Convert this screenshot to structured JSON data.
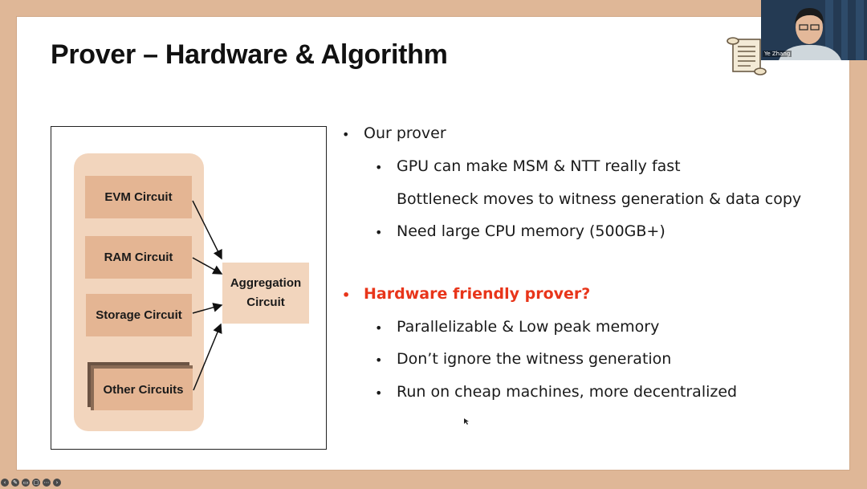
{
  "slide": {
    "title": "Prover – Hardware & Algorithm"
  },
  "diagram": {
    "circuits": [
      "EVM Circuit",
      "RAM Circuit",
      "Storage Circuit",
      "Other Circuits"
    ],
    "aggregation_line1": "Aggregation",
    "aggregation_line2": "Circuit"
  },
  "bullets": [
    {
      "level": 1,
      "text": "Our prover",
      "highlight": false,
      "has_bullet": true
    },
    {
      "level": 2,
      "text": "GPU can make MSM & NTT really fast",
      "highlight": false,
      "has_bullet": true
    },
    {
      "level": 2,
      "text": "Bottleneck moves to witness generation & data copy",
      "highlight": false,
      "has_bullet": false
    },
    {
      "level": 2,
      "text": "Need large CPU memory (500GB+)",
      "highlight": false,
      "has_bullet": true
    },
    {
      "level": 1,
      "text": "Hardware friendly prover?",
      "highlight": true,
      "has_bullet": true
    },
    {
      "level": 2,
      "text": "Parallelizable & Low peak memory",
      "highlight": false,
      "has_bullet": true
    },
    {
      "level": 2,
      "text": "Don’t ignore the witness generation",
      "highlight": false,
      "has_bullet": true
    },
    {
      "level": 2,
      "text": "Run on cheap machines, more decentralized",
      "highlight": false,
      "has_bullet": true
    }
  ],
  "camera": {
    "participant_name": "Ye Zhang"
  },
  "colors": {
    "highlight": "#e8351a",
    "frame_bg": "#dfb797",
    "box_fill": "#e4b593",
    "group_fill": "#f2d5bd"
  },
  "icons": [
    "scroll-logo-icon",
    "webcam-person",
    "cursor-arrow-icon"
  ]
}
